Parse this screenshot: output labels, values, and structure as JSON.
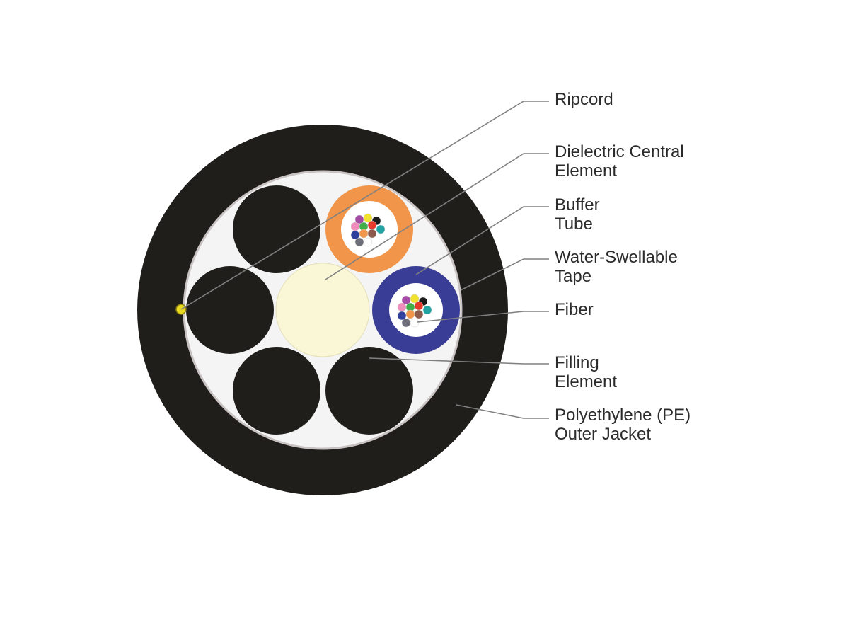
{
  "diagram": {
    "labels": [
      {
        "id": "ripcord",
        "lines": [
          "Ripcord"
        ]
      },
      {
        "id": "dielectric-central-element",
        "lines": [
          "Dielectric Central",
          "Element"
        ]
      },
      {
        "id": "buffer-tube",
        "lines": [
          "Buffer",
          "Tube"
        ]
      },
      {
        "id": "water-swellable-tape",
        "lines": [
          "Water-Swellable",
          "Tape"
        ]
      },
      {
        "id": "fiber",
        "lines": [
          "Fiber"
        ]
      },
      {
        "id": "filling-element",
        "lines": [
          "Filling",
          "Element"
        ]
      },
      {
        "id": "pe-outer-jacket",
        "lines": [
          "Polyethylene (PE)",
          "Outer Jacket"
        ]
      }
    ]
  },
  "colors": {
    "jacket": "#1f1e1b",
    "tape": "#f4f4f4",
    "tape_edge": "#c9c2c2",
    "filling_element": "#1f1e1b",
    "central_element": "#faf7d7",
    "buffer_tube_1": "#f0954a",
    "buffer_tube_2": "#3a3d95",
    "ripcord": "#e8d81e",
    "leader_line": "#808080",
    "fiber_colors": [
      "#a64ca6",
      "#f2e230",
      "#1a1a1a",
      "#f08cbb",
      "#3fb049",
      "#e53b2f",
      "#1fa3a3",
      "#2f3f9e",
      "#f0954a",
      "#8b5a4a",
      "#6e6e7a",
      "#ffffff"
    ]
  }
}
